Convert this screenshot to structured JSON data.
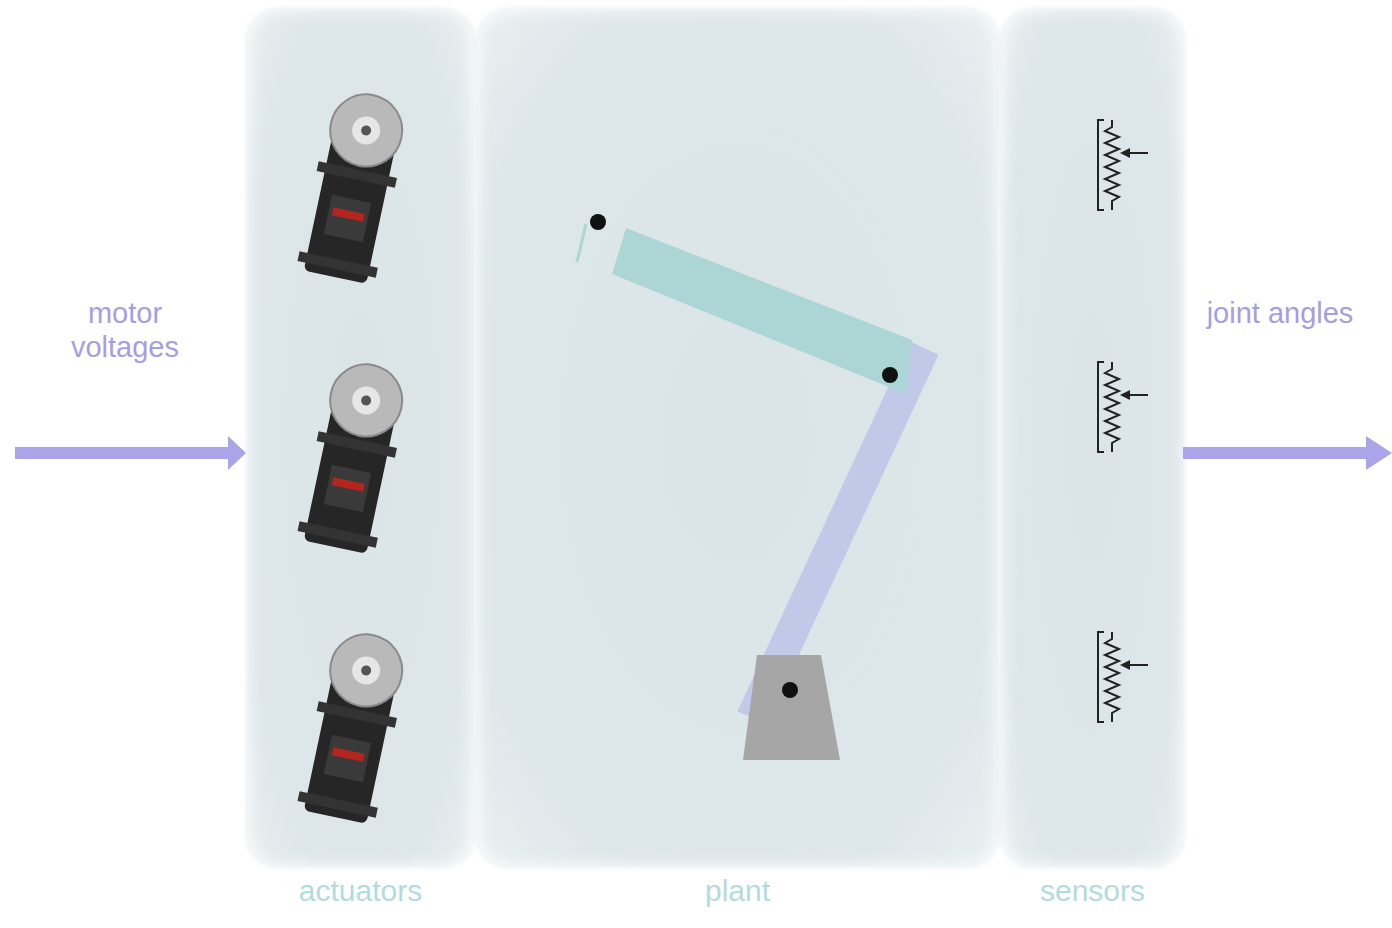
{
  "diagram": {
    "nodes": [
      {
        "text": [
          "actuators"
        ]
      },
      {
        "text": [
          "plant"
        ]
      },
      {
        "text": [
          "sensors"
        ]
      }
    ],
    "labels": [
      "motor voltages",
      "joint angles"
    ]
  }
}
